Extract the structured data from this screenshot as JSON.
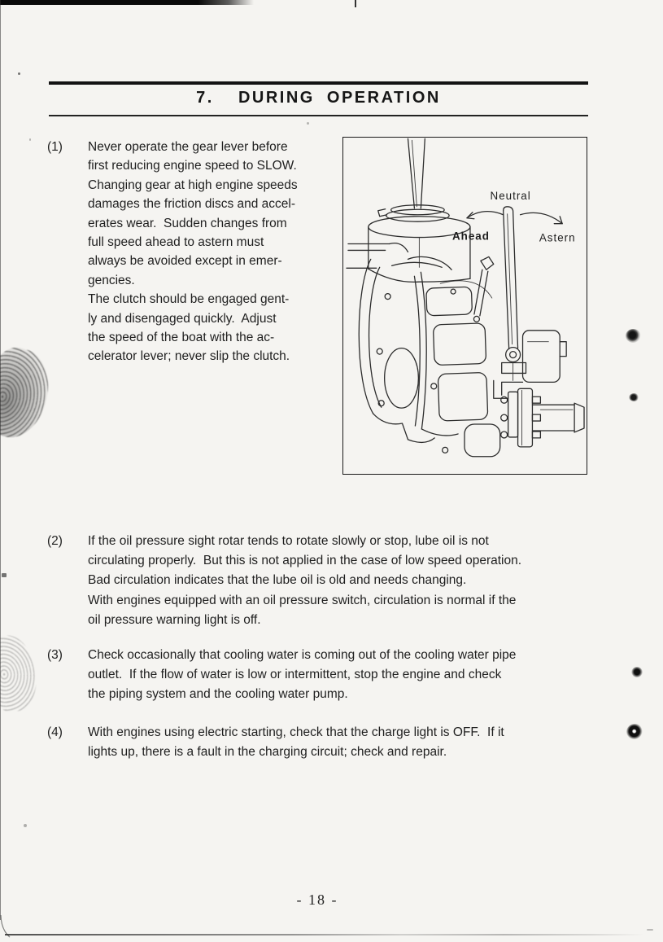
{
  "header": {
    "title": "7.  DURING OPERATION"
  },
  "items": [
    {
      "number": "(1)",
      "lines": [
        "Never operate the gear lever before",
        "first reducing engine speed to SLOW.",
        "Changing gear at high engine speeds",
        "damages the friction discs and accel-",
        "erates wear.  Sudden changes from",
        "full speed ahead to astern must",
        "always be avoided except in emer-",
        "gencies.",
        "The clutch should be engaged gent-",
        "ly and disengaged quickly.  Adjust",
        "the speed of the boat with the ac-",
        "celerator lever; never slip the clutch."
      ]
    },
    {
      "number": "(2)",
      "lines": [
        "If the oil pressure sight rotar tends to rotate slowly or stop, lube oil is not",
        "circulating properly.  But this is not applied in the case of low speed operation.",
        "Bad circulation indicates that the lube oil is old and needs changing.",
        "With engines equipped with an oil pressure switch, circulation is normal if the",
        "oil pressure warning light is off."
      ]
    },
    {
      "number": "(3)",
      "lines": [
        "Check occasionally that cooling water is coming out of the cooling water pipe",
        "outlet.  If the flow of water is low or intermittent, stop the engine and check",
        "the piping system and the cooling water pump."
      ]
    },
    {
      "number": "(4)",
      "lines": [
        "With engines using electric starting, check that the charge light is OFF.  If it",
        "lights up, there is a fault in the charging circuit; check and repair."
      ]
    }
  ],
  "figure": {
    "labels": {
      "neutral": "Neutral",
      "ahead": "Ahead",
      "astern": "Astern"
    }
  },
  "footer": {
    "page_number": "- 18 -"
  }
}
